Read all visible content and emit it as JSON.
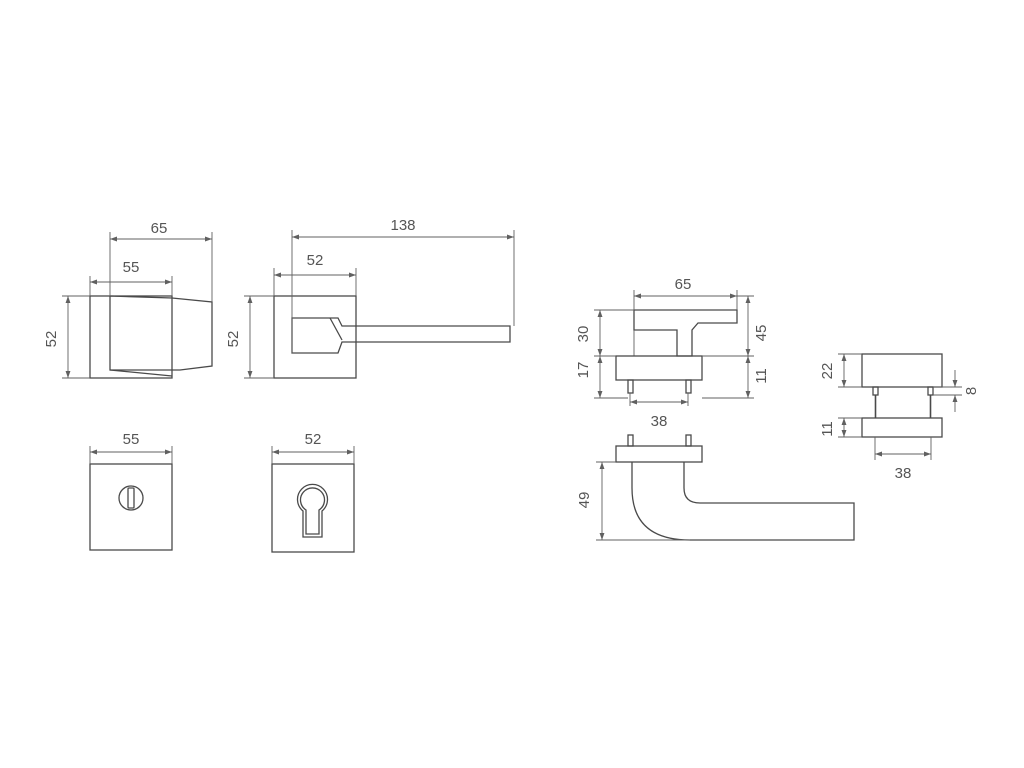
{
  "dimensions": {
    "knob_overall_width": "65",
    "knob_rose_width": "55",
    "knob_height": "52",
    "lever_length": "138",
    "lever_rose_width": "52",
    "lever_rose_height": "52",
    "wc_rose_width": "55",
    "key_rose_width": "52",
    "side_width": "65",
    "side_lever_height": "30",
    "side_rose_height": "17",
    "side_total_height": "45",
    "side_rose_height_right": "11",
    "side_pin_spacing": "38",
    "lever_drop": "49",
    "escutcheon_height": "22",
    "escutcheon_base_height": "11",
    "escutcheon_pin_gap": "8",
    "escutcheon_pin_spacing": "38"
  },
  "colors": {
    "line": "#4a4a4a",
    "dimension": "#606060",
    "text": "#555555",
    "background": "#ffffff"
  }
}
